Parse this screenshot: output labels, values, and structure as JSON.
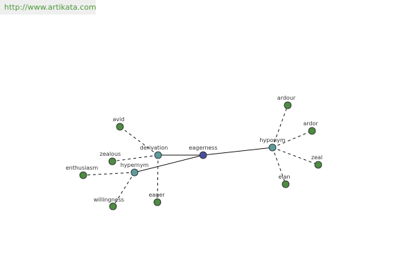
{
  "source_url": "http://www.artikata.com",
  "colors": {
    "center": "#4b4f9b",
    "relation": "#5f9a9c",
    "leaf": "#4e8b43"
  },
  "graph": {
    "nodes": [
      {
        "id": "eagerness",
        "label": "eagerness",
        "kind": "center"
      },
      {
        "id": "derivation",
        "label": "derivation",
        "kind": "relation"
      },
      {
        "id": "hypernym",
        "label": "hypernym",
        "kind": "relation"
      },
      {
        "id": "hyponym",
        "label": "hyponym",
        "kind": "relation"
      },
      {
        "id": "avid",
        "label": "avid",
        "kind": "leaf"
      },
      {
        "id": "zealous",
        "label": "zealous",
        "kind": "leaf"
      },
      {
        "id": "eager",
        "label": "eager",
        "kind": "leaf"
      },
      {
        "id": "enthusiasm",
        "label": "enthusiasm",
        "kind": "leaf"
      },
      {
        "id": "willingness",
        "label": "willingness",
        "kind": "leaf"
      },
      {
        "id": "ardour",
        "label": "ardour",
        "kind": "leaf"
      },
      {
        "id": "ardor",
        "label": "ardor",
        "kind": "leaf"
      },
      {
        "id": "zeal",
        "label": "zeal",
        "kind": "leaf"
      },
      {
        "id": "elan",
        "label": "elan",
        "kind": "leaf"
      }
    ],
    "edges": [
      {
        "from": "eagerness",
        "to": "derivation",
        "style": "solid"
      },
      {
        "from": "eagerness",
        "to": "hypernym",
        "style": "solid"
      },
      {
        "from": "eagerness",
        "to": "hyponym",
        "style": "solid"
      },
      {
        "from": "derivation",
        "to": "avid",
        "style": "dashed"
      },
      {
        "from": "derivation",
        "to": "zealous",
        "style": "dashed"
      },
      {
        "from": "derivation",
        "to": "eager",
        "style": "dashed"
      },
      {
        "from": "hypernym",
        "to": "enthusiasm",
        "style": "dashed"
      },
      {
        "from": "hypernym",
        "to": "willingness",
        "style": "dashed"
      },
      {
        "from": "hyponym",
        "to": "ardour",
        "style": "dashed"
      },
      {
        "from": "hyponym",
        "to": "ardor",
        "style": "dashed"
      },
      {
        "from": "hyponym",
        "to": "zeal",
        "style": "dashed"
      },
      {
        "from": "hyponym",
        "to": "elan",
        "style": "dashed"
      }
    ]
  }
}
